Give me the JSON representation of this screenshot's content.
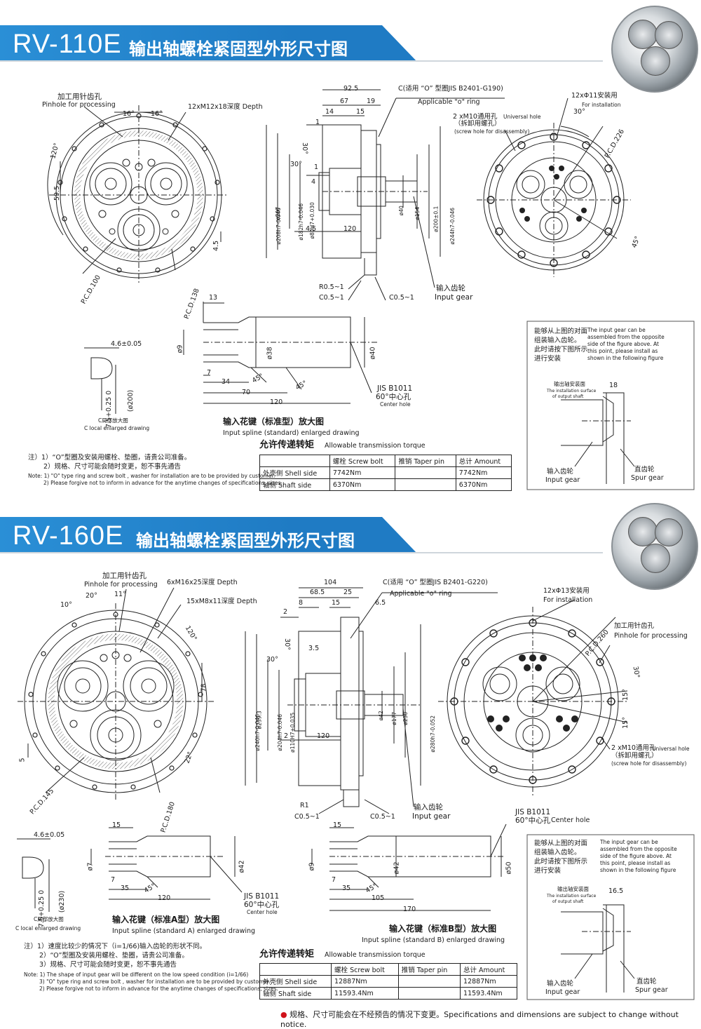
{
  "sections": [
    {
      "model": "RV-110E",
      "title": "输出轴螺栓紧固型外形尺寸图",
      "front": {
        "pin_hole_cn": "加工用针齿孔",
        "pin_hole_en": "Pinhole for processing",
        "angle_a": "16°",
        "angle_b": "16°",
        "tap_note": "12xM12x18深度 Depth",
        "angle_120": "120°",
        "dim_59_5": "59.5",
        "dim_4_5": "4.5",
        "pcd1": "P.C.D.100",
        "pcd2": "P.C.D.138"
      },
      "side": {
        "d92_5": "92.5",
        "d67": "67",
        "d19": "19",
        "d14": "14",
        "d15": "15",
        "d1": "1",
        "d4": "4",
        "d1b": "1",
        "a30a": "30°",
        "a30b": "30°",
        "d4_5": "4.5",
        "d120": "120",
        "dia208": "ø208h7-0.046",
        "dia207": "ø207",
        "dia182": "ø182h7-0.046",
        "dia80": "ø80H7+0.030",
        "dia40": "ø40",
        "dia154": "ø154",
        "dia200": "ø200±0.1",
        "dia244": "ø244h7-0.046",
        "oring_cn": "C(适用 “O” 型圈JIS B2401-G190)",
        "oring_en": "Applicable \"o\" ring",
        "r": "R0.5~1",
        "c1": "C0.5~1",
        "c2": "C0.5~1",
        "input_gear_cn": "输入齿轮",
        "input_gear_en": "Input gear"
      },
      "rear": {
        "install_cn": "12xΦ11安装用",
        "install_en": "For installation",
        "angle30": "30°",
        "pcd": "P.C.D.226",
        "universal_cn": "2 xM10通用孔",
        "universal_en": "Universal hole",
        "disassembly_cn": "（拆卸用螺孔）",
        "disassembly_en": "(screw hole for disassembly)",
        "angle45": "45°"
      },
      "shaft": {
        "d13": "13",
        "d9": "ø9",
        "d38": "ø38",
        "d40": "ø40",
        "d7": "7",
        "d34": "34",
        "a45a": "45°",
        "a45b": "45°",
        "d70": "70",
        "d120": "120",
        "jis": "JIS B1011",
        "center_cn": "60°中心孔",
        "center_en": "Center hole",
        "caption_cn": "输入花键（标准型）放大图",
        "caption_en": "Input spline (standard) enlarged drawing"
      },
      "local": {
        "d4_6": "4.6±0.05",
        "d7_5": "7.5+0.25 0",
        "d200": "(ø200)",
        "caption_cn": "C局部放大图",
        "caption_en": "C local enlarged drawing"
      },
      "mount_note": {
        "cn1": "能够从上图的对面",
        "cn2": "组装输入齿轮。",
        "cn3": "此时请按下图所示",
        "cn4": "进行安装",
        "en1": "The input gear can be",
        "en2": "assembled from the opposite",
        "en3": "side of the figure above. At",
        "en4": "this point, please install as",
        "en5": "shown in the following figure",
        "surface_cn": "输出轴安装面",
        "surface_en1": "The installation surface",
        "surface_en2": "of output shaft",
        "dim": "18",
        "input_cn": "输入齿轮",
        "input_en": "Input gear",
        "spur_cn": "直齿轮",
        "spur_en": "Spur gear"
      },
      "notes": {
        "cn1": "注）1）“O”型圈及安装用螺栓、垫圈，请贵公司准备。",
        "cn2": "2）规格、尺寸可能会随时变更，恕不事先通告",
        "en1": "Note: 1) \"O\" type ring and screw bolt , washer for installation are to be provided by customer.",
        "en2": "2) Please forgive not to inform in advance for the anytime changes of specifications, sizes."
      },
      "torque": {
        "title_cn": "允许传递转矩",
        "title_en": "Allowable transmission torque",
        "headers": [
          "",
          "螺栓 Screw bolt",
          "推销 Taper pin",
          "总计 Amount"
        ],
        "rows": [
          [
            "外壳侧 Shell side",
            "7742Nm",
            "",
            "7742Nm"
          ],
          [
            "轴侧 Shaft side",
            "6370Nm",
            "",
            "6370Nm"
          ]
        ]
      }
    },
    {
      "model": "RV-160E",
      "title": "输出轴螺栓紧固型外形尺寸图",
      "front": {
        "pin_hole_cn": "加工用针齿孔",
        "pin_hole_en": "Pinhole for processing",
        "tap1": "6xM16x25深度 Depth",
        "tap2": "15xM8x11深度 Depth",
        "angle10": "10°",
        "angle20": "20°",
        "angle11": "11°",
        "angle120": "120°",
        "d78": "78",
        "d5": "5",
        "angle22": "22°",
        "pcd1": "P.C.D.145",
        "pcd2": "P.C.D.180"
      },
      "side": {
        "d104": "104",
        "d68_5": "68.5",
        "d25": "25",
        "d8": "8",
        "d15": "15",
        "d6_5": "6.5",
        "d2a": "2",
        "d3_5": "3.5",
        "a30a": "30°",
        "a30b": "30°",
        "d2b": "2",
        "d120": "120",
        "dia240": "ø240h7-0.046",
        "dia239": "ø239.3",
        "dia204": "ø204h7-0.046",
        "dia110": "ø110H7+0.035",
        "dia42": "ø42",
        "dia177": "ø177",
        "dia230": "ø230",
        "dia280": "ø280h7-0.052",
        "oring_cn": "C(适用 “O” 型圈JIS B2401-G220)",
        "oring_en": "Applicable \"o\" ring",
        "r": "R1",
        "c1": "C0.5~1",
        "c2": "C0.5~1",
        "input_gear_cn": "输入齿轮",
        "input_gear_en": "Input gear"
      },
      "rear": {
        "install_cn": "12xΦ13安装用",
        "install_en": "For installation",
        "pcd": "P.C.D.260",
        "pin_cn": "加工用针齿孔",
        "pin_en": "Pinhole for processing",
        "angle30": "30°",
        "angle15a": "15°",
        "angle15b": "15°",
        "universal_cn": "2 xM10通用孔",
        "universal_en": "Universal hole",
        "disassembly_cn": "（拆卸用螺孔）",
        "disassembly_en": "(screw hole for disassembly)"
      },
      "shaftA": {
        "d15": "15",
        "d7a": "ø7",
        "d42": "ø42",
        "d7": "7",
        "d35": "35",
        "a45": "45°",
        "d120": "120",
        "jis": "JIS B1011",
        "center_cn": "60°中心孔",
        "center_en": "Center hole",
        "caption_cn": "输入花键（标准A型）放大图",
        "caption_en": "Input spline (standard A) enlarged drawing"
      },
      "shaftB": {
        "d15": "15",
        "d9": "ø9",
        "d42": "ø42",
        "d50": "ø50",
        "d7": "7",
        "d35": "35",
        "a45": "45°",
        "d105": "105",
        "d170": "170",
        "jis": "JIS B1011",
        "center_cn": "60°中心孔",
        "center_en": "Center hole",
        "caption_cn": "输入花键（标准B型）放大图",
        "caption_en": "Input spline (standard B) enlarged drawing"
      },
      "local": {
        "d4_6": "4.6±0.05",
        "d7_5": "7.5+0.25 0",
        "d230": "(ø230)",
        "caption_cn": "C局部放大图",
        "caption_en": "C local enlarged drawing"
      },
      "mount_note": {
        "cn1": "能够从上图的对面",
        "cn2": "组装输入齿轮。",
        "cn3": "此时请按下图所示",
        "cn4": "进行安装",
        "en1": "The input gear can be",
        "en2": "assembled from the opposite",
        "en3": "side of the figure above. At",
        "en4": "this point, please install as",
        "en5": "shown in the following figure",
        "surface_cn": "输出轴安装面",
        "surface_en1": "The installation surface",
        "surface_en2": "of output shaft",
        "dim": "16.5",
        "input_cn": "输入齿轮",
        "input_en": "Input gear",
        "spur_cn": "直齿轮",
        "spur_en": "Spur gear"
      },
      "notes": {
        "cn1": "注）1）速度比较少的情况下（i=1/66)输入齿轮的形状不同。",
        "cn2": "2）“O”型圈及安装用螺栓、垫圈，请贵公司准备。",
        "cn3": "3）规格、尺寸可能会随时变更，恕不事先通告",
        "en1": "Note: 1) The shape of input gear will be different on the low speed condition (i=1/66)",
        "en2": "3) \"O\" type ring and screw bolt , washer for installation are to be provided by customer.",
        "en3": "2) Please forgive not to inform in advance for the anytime changes of specifications, sizes."
      },
      "torque": {
        "title_cn": "允许传递转矩",
        "title_en": "Allowable transmission torque",
        "headers": [
          "",
          "螺栓 Screw bolt",
          "推销 Taper pin",
          "总计 Amount"
        ],
        "rows": [
          [
            "外壳侧 Shell side",
            "12887Nm",
            "",
            "12887Nm"
          ],
          [
            "轴侧 Shaft side",
            "11593.4Nm",
            "",
            "11593.4Nm"
          ]
        ]
      }
    }
  ],
  "footer": "规格、尺寸可能会在不经预告的情况下变更。Specifications and dimensions are subject to change without notice."
}
